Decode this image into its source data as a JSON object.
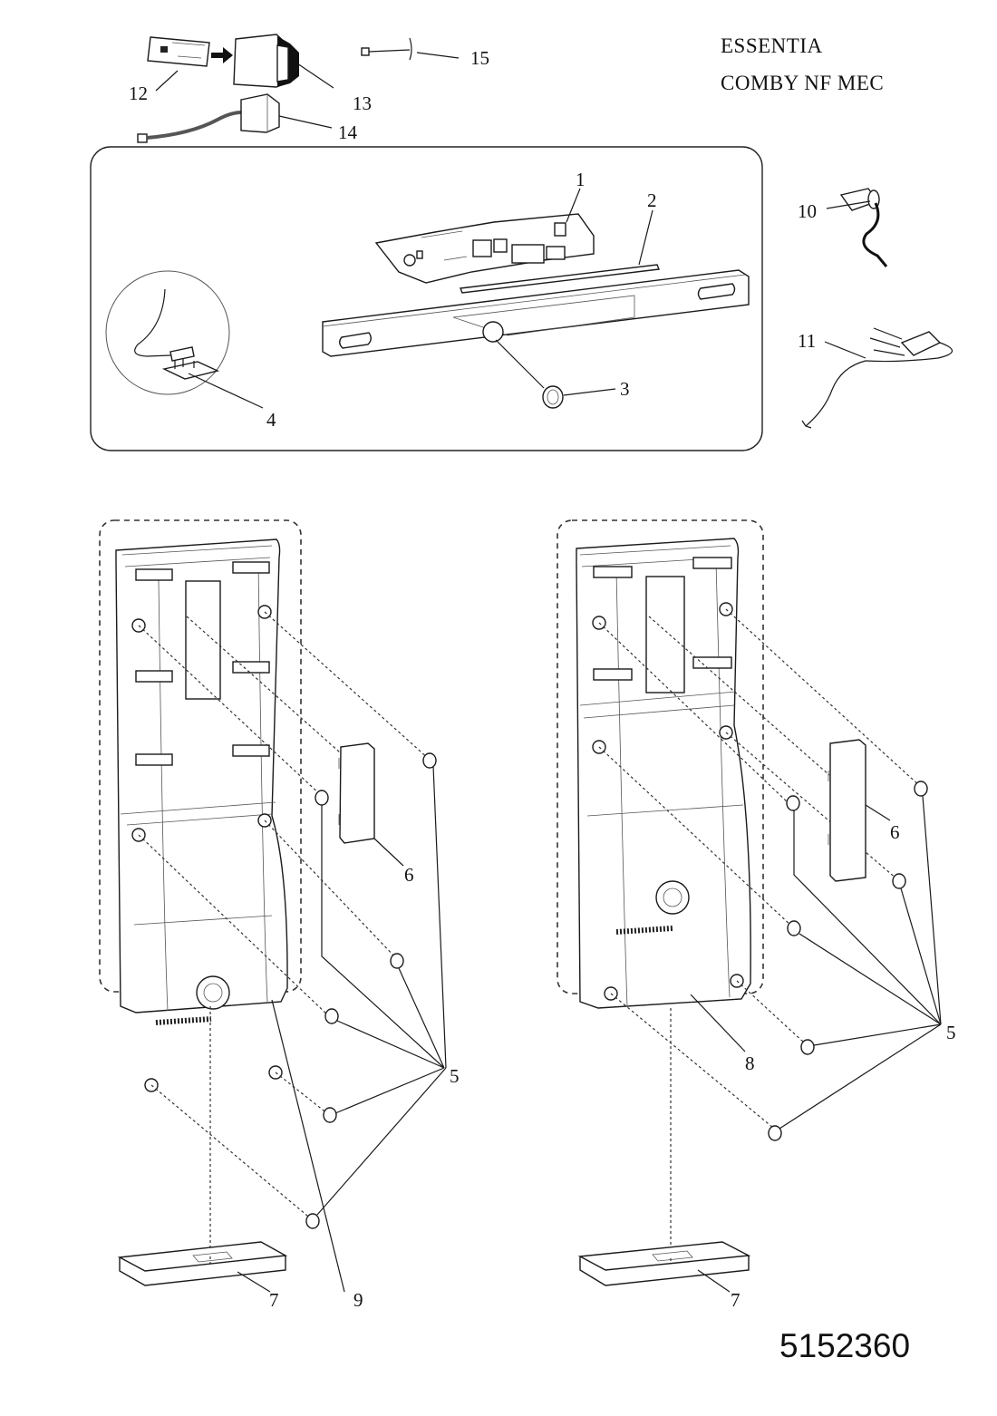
{
  "header": {
    "line1": "ESSENTIA",
    "line2": "COMBY NF MEC"
  },
  "document_number": "5152360",
  "callouts": {
    "c1": "1",
    "c2": "2",
    "c3": "3",
    "c4": "4",
    "c5_left": "5",
    "c5_right": "5",
    "c6_left": "6",
    "c6_right": "6",
    "c7_left": "7",
    "c7_right": "7",
    "c8": "8",
    "c9": "9",
    "c10": "10",
    "c11": "11",
    "c12": "12",
    "c13": "13",
    "c14": "14",
    "c15": "15"
  }
}
